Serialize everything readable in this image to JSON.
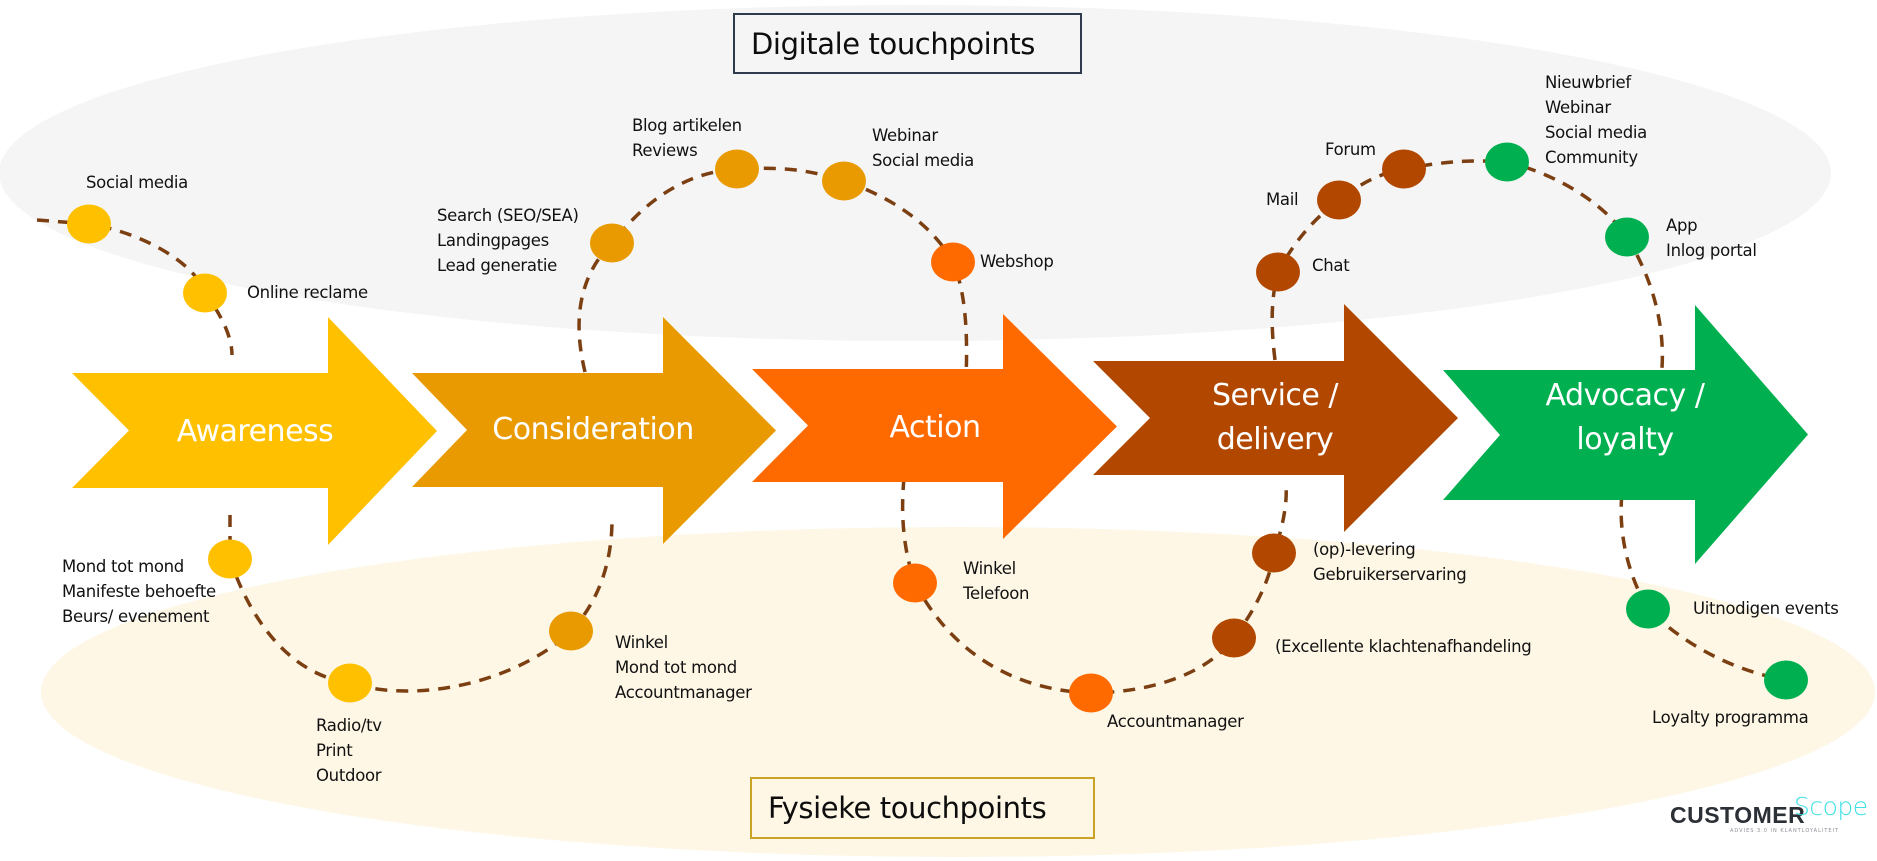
{
  "zones": {
    "digital": {
      "title": "Digitale touchpoints",
      "fill": "#f5f5f5",
      "border": "#2f3b4c"
    },
    "physical": {
      "title": "Fysieke touchpoints",
      "fill": "#fef7e6",
      "border": "#c9a227"
    }
  },
  "connector_color": "#7b3f12",
  "stages": [
    {
      "id": "awareness",
      "lines": [
        "Awareness"
      ],
      "color": "#ffc000"
    },
    {
      "id": "consideration",
      "lines": [
        "Consideration"
      ],
      "color": "#e99a00"
    },
    {
      "id": "action",
      "lines": [
        "Action"
      ],
      "color": "#ff6a00"
    },
    {
      "id": "service",
      "lines": [
        "Service /",
        "delivery"
      ],
      "color": "#b24800"
    },
    {
      "id": "advocacy",
      "lines": [
        "Advocacy /",
        "loyalty"
      ],
      "color": "#00b050"
    }
  ],
  "touchpoints": [
    {
      "stage": "awareness",
      "zone": "digital",
      "lines": [
        "Social media"
      ]
    },
    {
      "stage": "awareness",
      "zone": "digital",
      "lines": [
        "Online reclame"
      ]
    },
    {
      "stage": "awareness",
      "zone": "physical",
      "lines": [
        "Mond tot mond",
        "Manifeste behoefte",
        "Beurs/ evenement"
      ]
    },
    {
      "stage": "awareness",
      "zone": "physical",
      "lines": [
        "Radio/tv",
        "Print",
        "Outdoor"
      ]
    },
    {
      "stage": "consideration",
      "zone": "physical",
      "lines": [
        "Winkel",
        "Mond tot mond",
        "Accountmanager"
      ]
    },
    {
      "stage": "consideration",
      "zone": "digital",
      "lines": [
        "Search (SEO/SEA)",
        "Landingpages",
        "Lead generatie"
      ]
    },
    {
      "stage": "consideration",
      "zone": "digital",
      "lines": [
        "Blog artikelen",
        "Reviews"
      ]
    },
    {
      "stage": "consideration",
      "zone": "digital",
      "lines": [
        "Webinar",
        "Social media"
      ]
    },
    {
      "stage": "action",
      "zone": "digital",
      "lines": [
        "Webshop"
      ]
    },
    {
      "stage": "action",
      "zone": "physical",
      "lines": [
        "Winkel",
        "Telefoon"
      ]
    },
    {
      "stage": "action",
      "zone": "physical",
      "lines": [
        "Accountmanager"
      ]
    },
    {
      "stage": "service",
      "zone": "physical",
      "lines": [
        "(Excellente klachtenafhandeling"
      ]
    },
    {
      "stage": "service",
      "zone": "physical",
      "lines": [
        "(op)-levering",
        "Gebruikerservaring"
      ]
    },
    {
      "stage": "service",
      "zone": "digital",
      "lines": [
        "Chat"
      ]
    },
    {
      "stage": "service",
      "zone": "digital",
      "lines": [
        "Mail"
      ]
    },
    {
      "stage": "service",
      "zone": "digital",
      "lines": [
        "Forum"
      ]
    },
    {
      "stage": "advocacy",
      "zone": "digital",
      "lines": [
        "Nieuwbrief",
        "Webinar",
        "Social media",
        "Community"
      ]
    },
    {
      "stage": "advocacy",
      "zone": "digital",
      "lines": [
        "App",
        "Inlog portal"
      ]
    },
    {
      "stage": "advocacy",
      "zone": "physical",
      "lines": [
        "Uitnodigen events"
      ]
    },
    {
      "stage": "advocacy",
      "zone": "physical",
      "lines": [
        "Loyalty programma"
      ]
    }
  ],
  "logo": {
    "main": "CUSTOMER",
    "accent": "Scope",
    "tagline": "ADVIES 3.0 IN KLANTLOYALITEIT",
    "accent_color": "#3ee0e6"
  }
}
